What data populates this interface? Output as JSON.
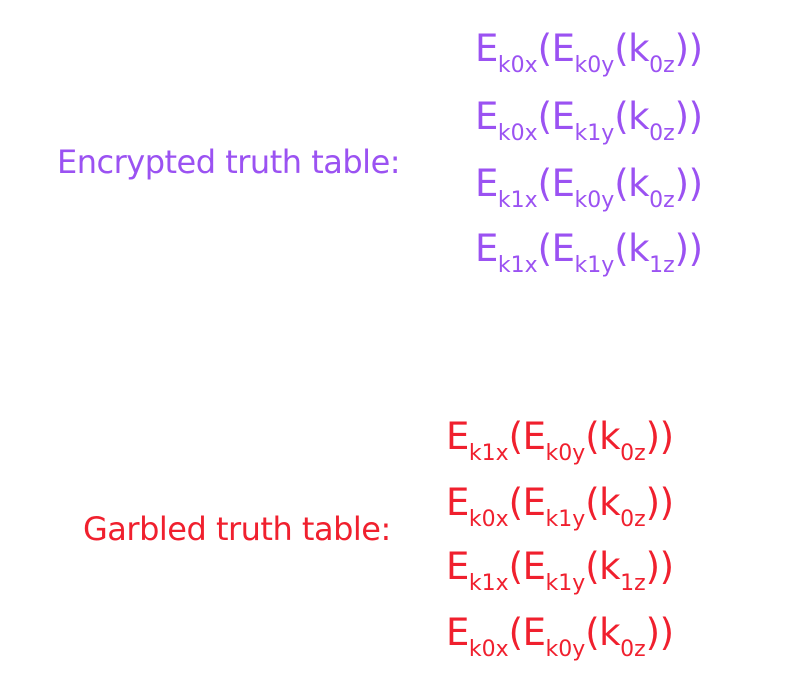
{
  "colors": {
    "encrypted": "#9b52f2",
    "garbled": "#f0202e"
  },
  "encrypted": {
    "label": "Encrypted truth table:",
    "rows": [
      [
        [
          "E",
          "k0x"
        ],
        [
          "(E",
          "k0y"
        ],
        [
          "(k",
          "0z"
        ],
        [
          "))",
          ""
        ]
      ],
      [
        [
          "E",
          "k0x"
        ],
        [
          "(E",
          "k1y"
        ],
        [
          "(k",
          "0z"
        ],
        [
          "))",
          ""
        ]
      ],
      [
        [
          "E",
          "k1x"
        ],
        [
          "(E",
          "k0y"
        ],
        [
          "(k",
          "0z"
        ],
        [
          "))",
          ""
        ]
      ],
      [
        [
          "E",
          "k1x"
        ],
        [
          "(E",
          "k1y"
        ],
        [
          "(k",
          "1z"
        ],
        [
          "))",
          ""
        ]
      ]
    ]
  },
  "garbled": {
    "label": "Garbled truth table:",
    "rows": [
      [
        [
          "E",
          "k1x"
        ],
        [
          "(E",
          "k0y"
        ],
        [
          "(k",
          "0z"
        ],
        [
          "))",
          ""
        ]
      ],
      [
        [
          "E",
          "k0x"
        ],
        [
          "(E",
          "k1y"
        ],
        [
          "(k",
          "0z"
        ],
        [
          "))",
          ""
        ]
      ],
      [
        [
          "E",
          "k1x"
        ],
        [
          "(E",
          "k1y"
        ],
        [
          "(k",
          "1z"
        ],
        [
          "))",
          ""
        ]
      ],
      [
        [
          "E",
          "k0x"
        ],
        [
          "(E",
          "k0y"
        ],
        [
          "(k",
          "0z"
        ],
        [
          "))",
          ""
        ]
      ]
    ]
  }
}
